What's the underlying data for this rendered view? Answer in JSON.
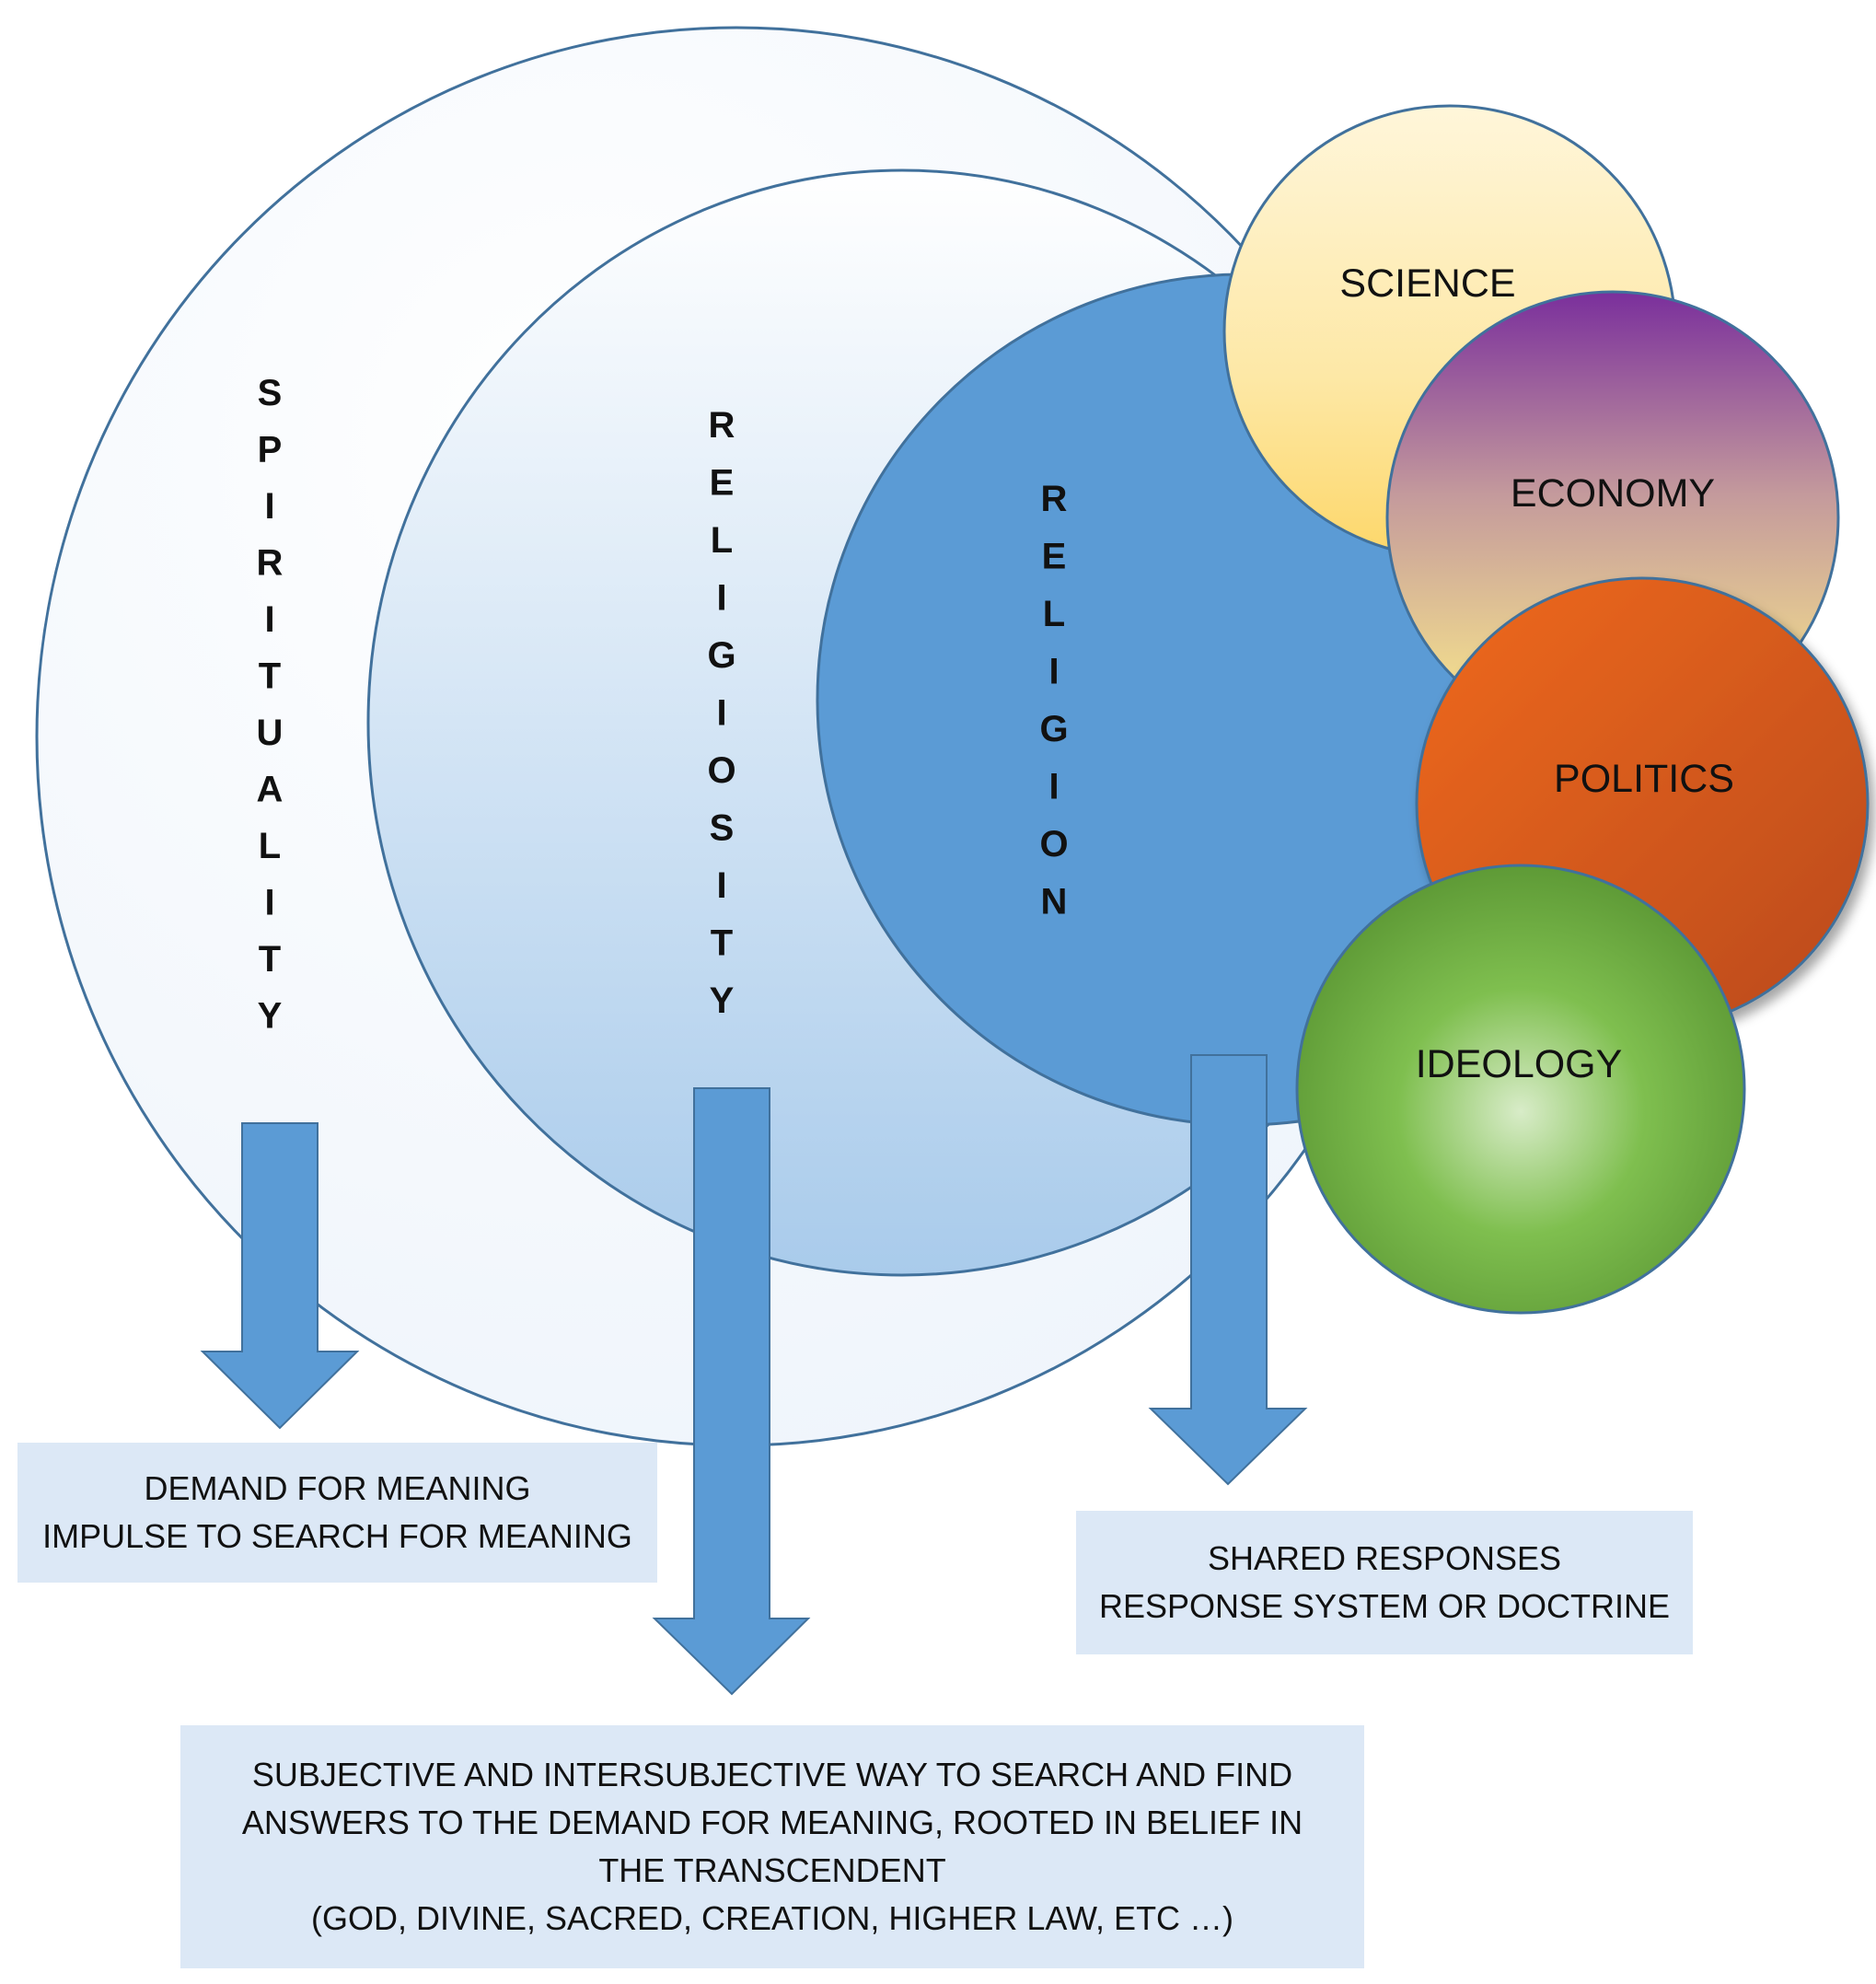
{
  "colors": {
    "outline": "#41719c",
    "religion_fill": "#5b9bd5",
    "arrow_fill": "#5b9bd5",
    "box_fill": "#dce8f6"
  },
  "rings": {
    "spirituality": {
      "label": "SPIRITUALITY"
    },
    "religiosity": {
      "label": "RELIGIOSITY"
    },
    "religion": {
      "label": "RELIGION"
    }
  },
  "spheres": [
    {
      "id": "science",
      "label": "SCIENCE",
      "icon": "yellow-sphere"
    },
    {
      "id": "economy",
      "label": "ECONOMY",
      "icon": "purple-sphere"
    },
    {
      "id": "politics",
      "label": "POLITICS",
      "icon": "orange-sphere"
    },
    {
      "id": "ideology",
      "label": "IDEOLOGY",
      "icon": "green-sphere"
    }
  ],
  "boxes": {
    "spirituality": [
      "DEMAND FOR MEANING",
      "IMPULSE TO SEARCH FOR MEANING"
    ],
    "religion": [
      "SHARED RESPONSES",
      "RESPONSE SYSTEM OR DOCTRINE"
    ],
    "religiosity": [
      "SUBJECTIVE AND INTERSUBJECTIVE WAY TO SEARCH AND FIND ANSWERS TO THE DEMAND FOR MEANING, ROOTED IN BELIEF IN THE TRANSCENDENT",
      "(GOD, DIVINE, SACRED, CREATION, HIGHER LAW, ETC …)"
    ]
  }
}
